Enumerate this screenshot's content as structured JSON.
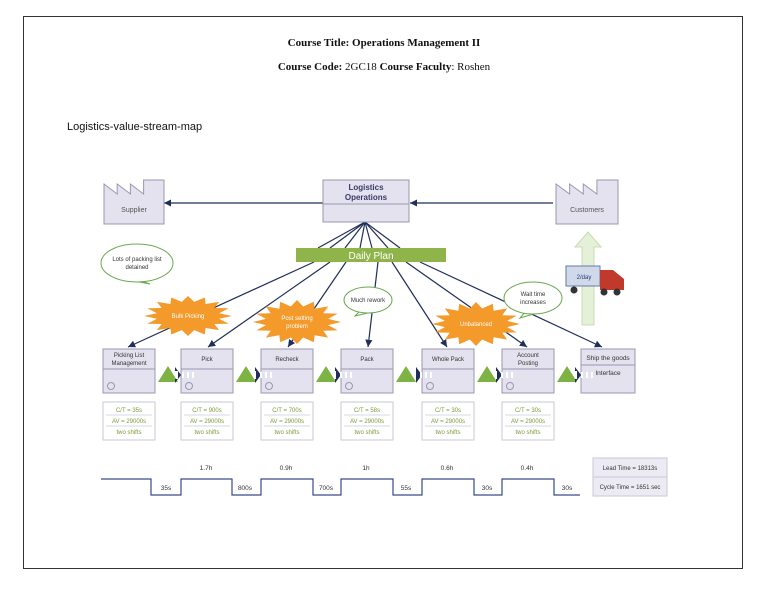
{
  "header": {
    "course_title_label": "Course Title:",
    "course_title": "Operations Management II",
    "course_code_label": "Course Code:",
    "course_code": "2GC18",
    "faculty_label": "Course Faculty",
    "faculty": "Roshen"
  },
  "diagram": {
    "title": "Logistics-value-stream-map",
    "logistics_ops": [
      "Logistics",
      "Operations"
    ],
    "supplier": "Supplier",
    "customers": "Customers",
    "daily_plan": "Daily Plan",
    "truck_label": "2/day",
    "callouts": [
      {
        "lines": [
          "Lots of packing list",
          "detained"
        ]
      },
      {
        "lines": [
          "Much rework"
        ]
      },
      {
        "lines": [
          "Wait time",
          "increases"
        ]
      }
    ],
    "bursts": [
      {
        "lines": [
          "Bulk Picking"
        ]
      },
      {
        "lines": [
          "Post setting",
          "problem"
        ]
      },
      {
        "lines": [
          "Unbalanced"
        ]
      }
    ],
    "processes": [
      {
        "lines": [
          "Picking List",
          "Management"
        ]
      },
      {
        "lines": [
          "Pick"
        ]
      },
      {
        "lines": [
          "Recheck"
        ]
      },
      {
        "lines": [
          "Pack"
        ]
      },
      {
        "lines": [
          "Whole Pack"
        ]
      },
      {
        "lines": [
          "Account",
          "Posting"
        ]
      }
    ],
    "ship": {
      "title": "Ship the goods",
      "sub": "Interface"
    },
    "data_boxes": [
      [
        "C/T = 35s",
        "AV = 29000s",
        "two shifts"
      ],
      [
        "C/T = 900s",
        "AV = 29000s",
        "two shifts"
      ],
      [
        "C/T = 700s",
        "AV = 29000s",
        "two shifts"
      ],
      [
        "C/T = 58s",
        "AV = 29000s",
        "two shifts"
      ],
      [
        "C/T = 30s",
        "AV = 29000s",
        "two shifts"
      ],
      [
        "C/T = 30s",
        "AV = 29000s",
        "two shifts"
      ]
    ],
    "timeline_wait": [
      "1.7h",
      "0.9h",
      "1h",
      "0.6h",
      "0.4h"
    ],
    "timeline_process": [
      "35s",
      "800s",
      "700s",
      "55s",
      "30s",
      "30s"
    ],
    "lead_time": "Lead Time = 18313s",
    "cycle_time": "Cycle Time = 1651 sec",
    "colors": {
      "box_fill": "#e3e2ee",
      "box_stroke": "#9a98b0",
      "daily_plan": "#8fb44a",
      "callout_stroke": "#6aa84f",
      "burst": "#f39a2a",
      "triangle": "#7cb342",
      "arrow": "#1f2f5a",
      "data_text": "#7a9a3a",
      "timeline": "#3a4a8a",
      "truck_cab": "#c0392b",
      "truck_box": "#cfd9ea",
      "up_arrow": "#e5f0d8"
    }
  }
}
